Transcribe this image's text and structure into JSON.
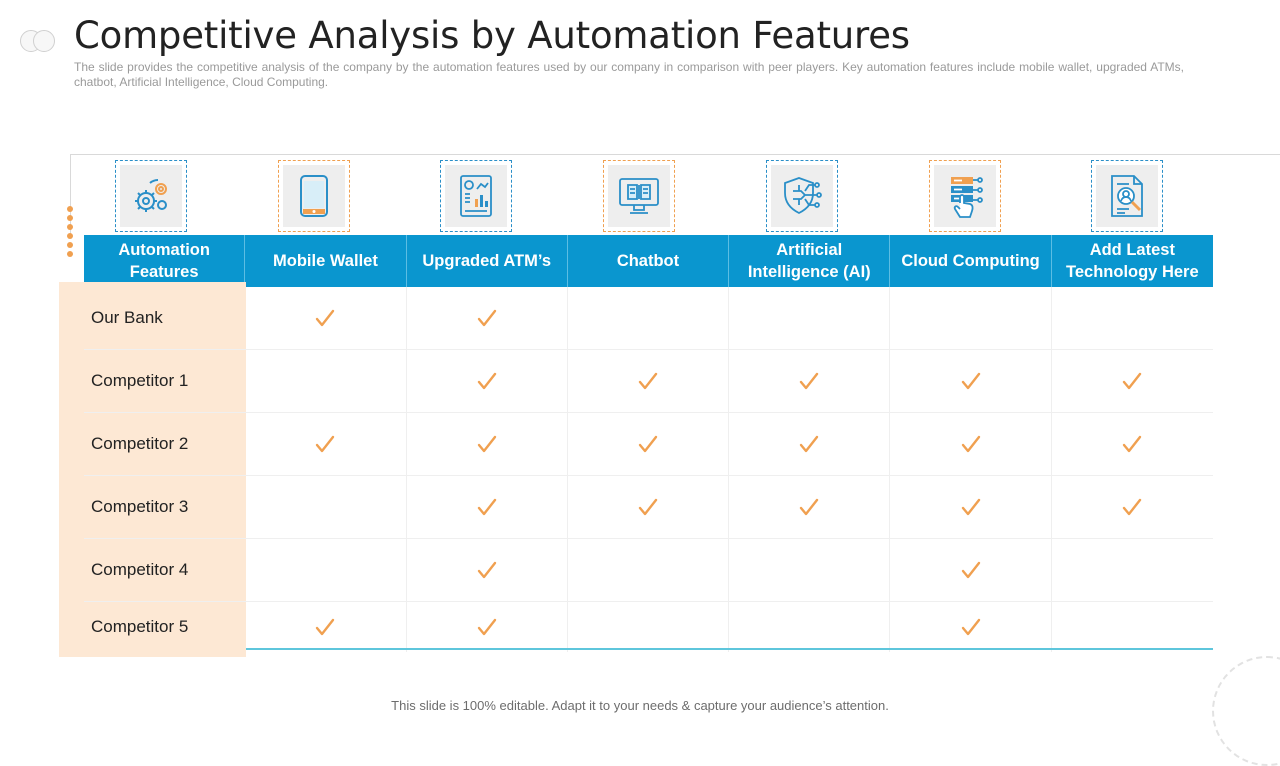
{
  "title": "Competitive Analysis by Automation Features",
  "subtitle": "The slide provides the competitive analysis of the company by the automation features used by our company in comparison with peer players. Key automation features include mobile wallet, upgraded ATMs, chatbot, Artificial Intelligence, Cloud Computing.",
  "colors": {
    "header": "#0a96cf",
    "accent": "#f0a050",
    "row_label_bg": "#fde8d4",
    "check": "#f0a050"
  },
  "icons": [
    "gears-icon",
    "mobile-phone-icon",
    "atm-report-icon",
    "chatbot-computer-icon",
    "ai-shield-circuit-icon",
    "cloud-server-hand-icon",
    "latest-tech-document-icon"
  ],
  "table": {
    "headers": [
      "Automation Features",
      "Mobile Wallet",
      "Upgraded ATM’s",
      "Chatbot",
      "Artificial Intelligence (AI)",
      "Cloud Computing",
      "Add Latest Technology Here"
    ],
    "rows": [
      {
        "label": "Our Bank",
        "checks": [
          true,
          true,
          false,
          false,
          false,
          false
        ]
      },
      {
        "label": "Competitor 1",
        "checks": [
          false,
          true,
          true,
          true,
          true,
          true
        ]
      },
      {
        "label": "Competitor 2",
        "checks": [
          true,
          true,
          true,
          true,
          true,
          true
        ]
      },
      {
        "label": "Competitor 3",
        "checks": [
          false,
          true,
          true,
          true,
          true,
          true
        ]
      },
      {
        "label": "Competitor 4",
        "checks": [
          false,
          true,
          false,
          false,
          true,
          false
        ]
      },
      {
        "label": "Competitor 5",
        "checks": [
          true,
          true,
          false,
          false,
          true,
          false
        ]
      }
    ]
  },
  "footer": "This slide is 100% editable. Adapt it to your needs & capture your audience’s attention."
}
